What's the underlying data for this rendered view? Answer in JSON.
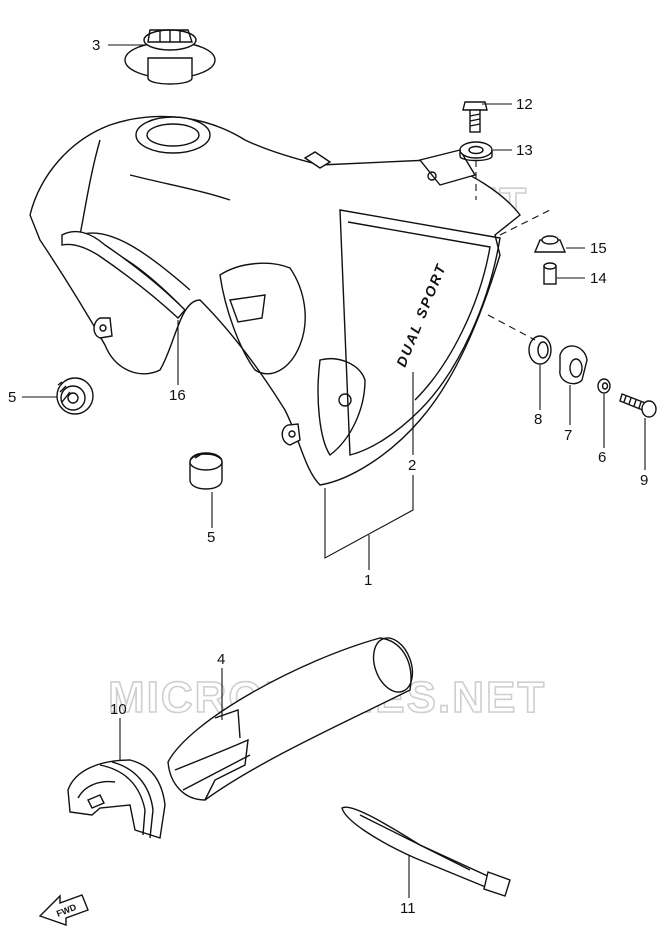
{
  "watermark": "MICROFICHES.NET",
  "tank_decal": "DUAL SPORT",
  "fwd_label": "FWD",
  "callouts": {
    "p1": "1",
    "p2": "2",
    "p3": "3",
    "p4": "4",
    "p5a": "5",
    "p5b": "5",
    "p6": "6",
    "p7": "7",
    "p8": "8",
    "p9": "9",
    "p10": "10",
    "p11": "11",
    "p12": "12",
    "p13": "13",
    "p14": "14",
    "p15": "15",
    "p16": "16"
  }
}
